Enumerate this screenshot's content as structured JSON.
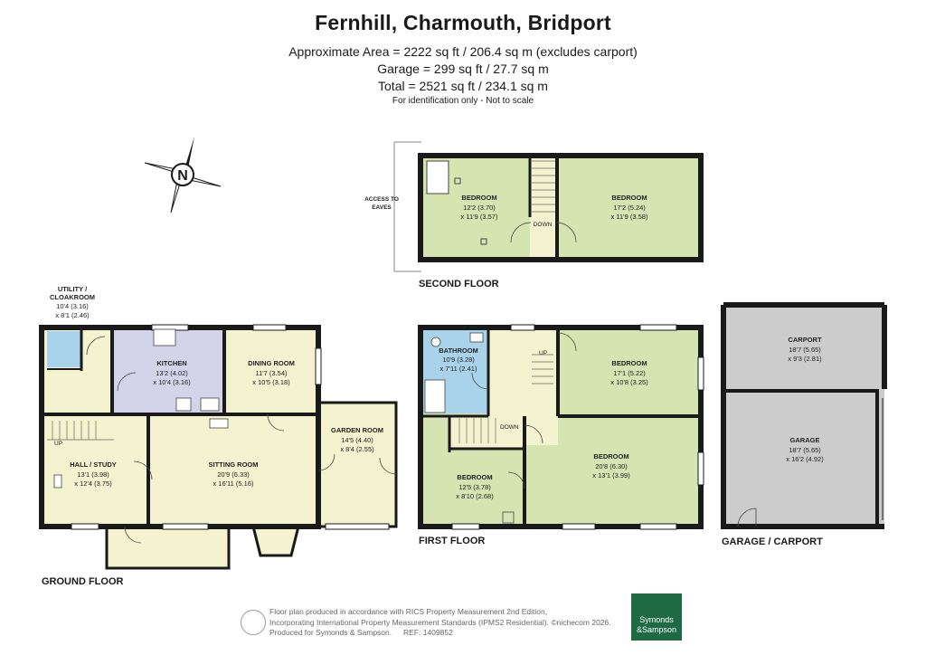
{
  "header": {
    "title": "Fernhill, Charmouth, Bridport",
    "area_line_1": "Approximate Area = 2222 sq ft / 206.4 sq m (excludes carport)",
    "area_line_2": "Garage = 299 sq ft / 27.7 sq m",
    "area_line_3": "Total = 2521 sq ft / 234.1 sq m",
    "disclaimer": "For identification only - Not to scale"
  },
  "compass": {
    "label": "N",
    "icon": "compass-north-icon"
  },
  "floors": {
    "ground": "GROUND FLOOR",
    "first": "FIRST FLOOR",
    "second": "SECOND FLOOR",
    "garage": "GARAGE / CARPORT"
  },
  "rooms": {
    "utility": {
      "name_1": "UTILITY /",
      "name_2": "CLOAKROOM",
      "dim_1": "10'4 (3.16)",
      "dim_2": "x 8'1 (2.46)"
    },
    "kitchen": {
      "name": "KITCHEN",
      "dim_1": "13'2 (4.02)",
      "dim_2": "x 10'4 (3.16)"
    },
    "dining": {
      "name": "DINING ROOM",
      "dim_1": "11'7 (3.54)",
      "dim_2": "x 10'5 (3.18)"
    },
    "garden": {
      "name": "GARDEN ROOM",
      "dim_1": "14'5 (4.40)",
      "dim_2": "x 8'4 (2.55)"
    },
    "hall": {
      "name": "HALL / STUDY",
      "dim_1": "13'1 (3.98)",
      "dim_2": "x 12'4 (3.75)"
    },
    "sitting": {
      "name": "SITTING ROOM",
      "dim_1": "20'9 (6.33)",
      "dim_2": "x 16'11 (5.16)"
    },
    "bathroom": {
      "name": "BATHROOM",
      "dim_1": "10'9 (3.28)",
      "dim_2": "x 7'11 (2.41)"
    },
    "bed1f_a": {
      "name": "BEDROOM",
      "dim_1": "17'1 (5.22)",
      "dim_2": "x 10'8 (3.25)"
    },
    "bed1f_b": {
      "name": "BEDROOM",
      "dim_1": "20'8 (6.30)",
      "dim_2": "x 13'1 (3.99)"
    },
    "bed1f_c": {
      "name": "BEDROOM",
      "dim_1": "12'5 (3.78)",
      "dim_2": "x 8'10 (2.68)"
    },
    "bed2f_a": {
      "name": "BEDROOM",
      "dim_1": "12'2 (3.70)",
      "dim_2": "x 11'9 (3.57)"
    },
    "bed2f_b": {
      "name": "BEDROOM",
      "dim_1": "17'2 (5.24)",
      "dim_2": "x 11'9 (3.58)"
    },
    "carport": {
      "name": "CARPORT",
      "dim_1": "18'7 (5.65)",
      "dim_2": "x 9'3 (2.81)"
    },
    "garage": {
      "name": "GARAGE",
      "dim_1": "18'7 (5.65)",
      "dim_2": "x 16'2 (4.92)"
    }
  },
  "labels": {
    "access_1": "ACCESS TO",
    "access_2": "EAVES",
    "up": "UP",
    "down": "DOWN"
  },
  "footer": {
    "line_1": "Floor plan produced in accordance with RICS Property Measurement 2nd Edition,",
    "line_2": "Incorporating International Property Measurement Standards (IPMS2 Residential). ©nichecom 2026.",
    "line_3": "Produced for Symonds & Sampson.",
    "ref": "REF:  1409852",
    "logo_line_1": "Symonds",
    "logo_line_2": "&Sampson"
  },
  "colors": {
    "wall": "#1a1a1a",
    "room_green": "#d6e4b2",
    "room_yellow": "#f4f3d0",
    "room_lilac": "#d3d3ea",
    "room_blue": "#a8d3ea",
    "room_grey": "#cccccc",
    "logo_green": "#1e6b43"
  }
}
